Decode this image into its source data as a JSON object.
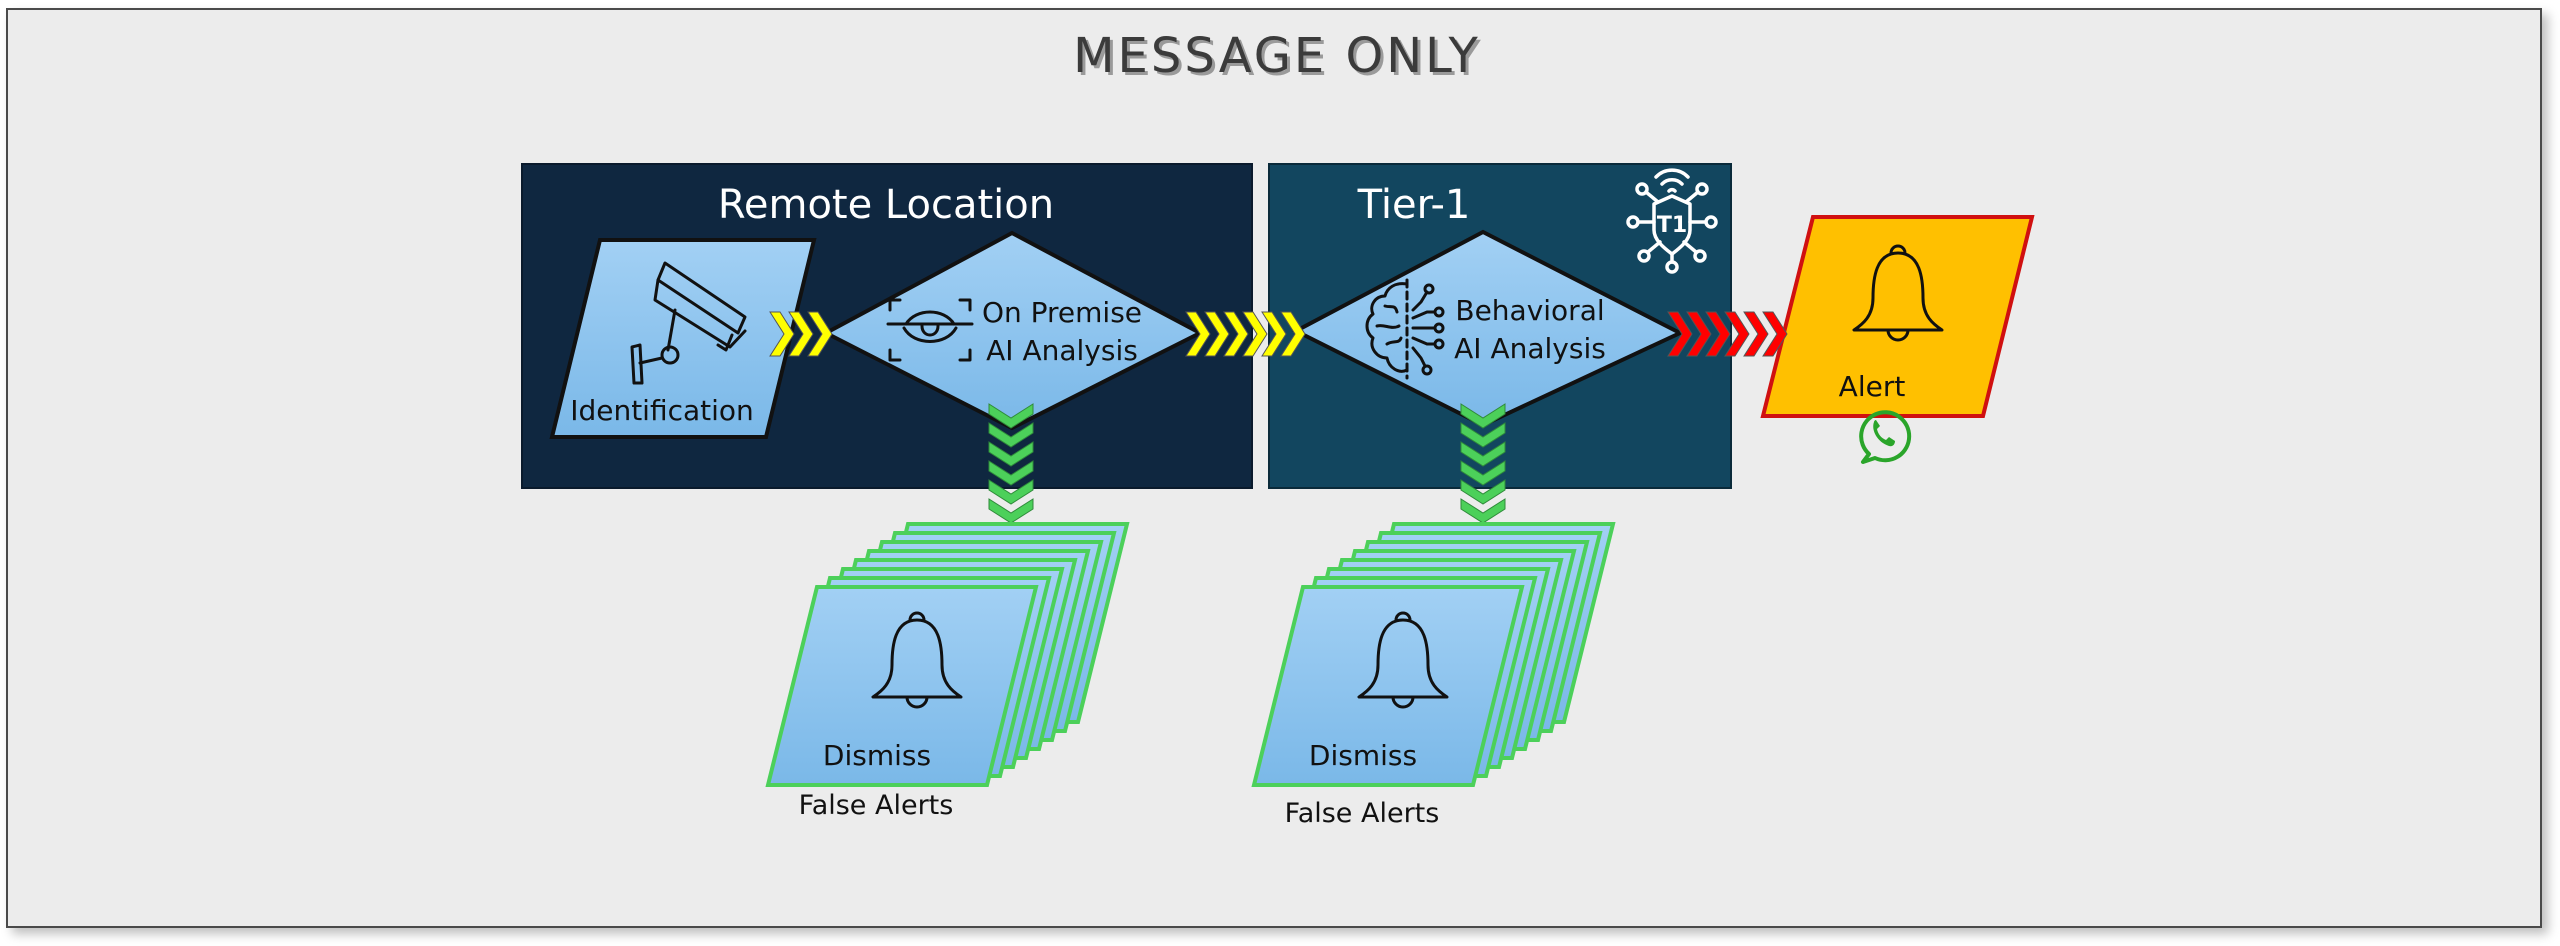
{
  "title": "MESSAGE ONLY",
  "colors": {
    "background": "#ececec",
    "remote_box": "#0f2740",
    "tier1_box": "#12465f",
    "shape_fill_top": "#a2d0f4",
    "shape_fill_bottom": "#7ab8e8",
    "alert_fill": "#ffc000",
    "alert_border": "#d01010",
    "chevron_yellow": "#ffff00",
    "chevron_red": "#ff0000",
    "chevron_green": "#4cd05a",
    "whatsapp_green": "#2aa52a"
  },
  "remote_location": {
    "title": "Remote Location",
    "identification": {
      "label": "Identification",
      "icon": "security-camera-icon"
    },
    "analysis": {
      "line1": "On Premise",
      "line2": "AI Analysis",
      "icon": "eye-scan-icon"
    }
  },
  "tier1": {
    "title": "Tier-1",
    "logo": {
      "text": "T1",
      "icon": "shield-network-icon"
    },
    "analysis": {
      "line1": "Behavioral",
      "line2": "AI Analysis",
      "icon": "brain-circuit-icon"
    }
  },
  "alert": {
    "label": "Alert",
    "icon": "bell-icon",
    "channel_icon": "whatsapp-icon"
  },
  "false_alert_stacks": [
    {
      "label": "Dismiss",
      "caption": "False Alerts",
      "card_count": 8
    },
    {
      "label": "Dismiss",
      "caption": "False Alerts",
      "card_count": 8
    }
  ],
  "flows": [
    {
      "from": "Identification",
      "to": "On Premise AI Analysis",
      "color": "yellow",
      "chevrons": 3
    },
    {
      "from": "On Premise AI Analysis",
      "to": "Behavioral AI Analysis",
      "color": "yellow",
      "chevrons": 6
    },
    {
      "from": "Behavioral AI Analysis",
      "to": "Alert",
      "color": "red",
      "chevrons": 6
    },
    {
      "from": "On Premise AI Analysis",
      "to": "False Alerts",
      "color": "green",
      "chevrons": 6
    },
    {
      "from": "Behavioral AI Analysis",
      "to": "False Alerts",
      "color": "green",
      "chevrons": 6
    }
  ]
}
